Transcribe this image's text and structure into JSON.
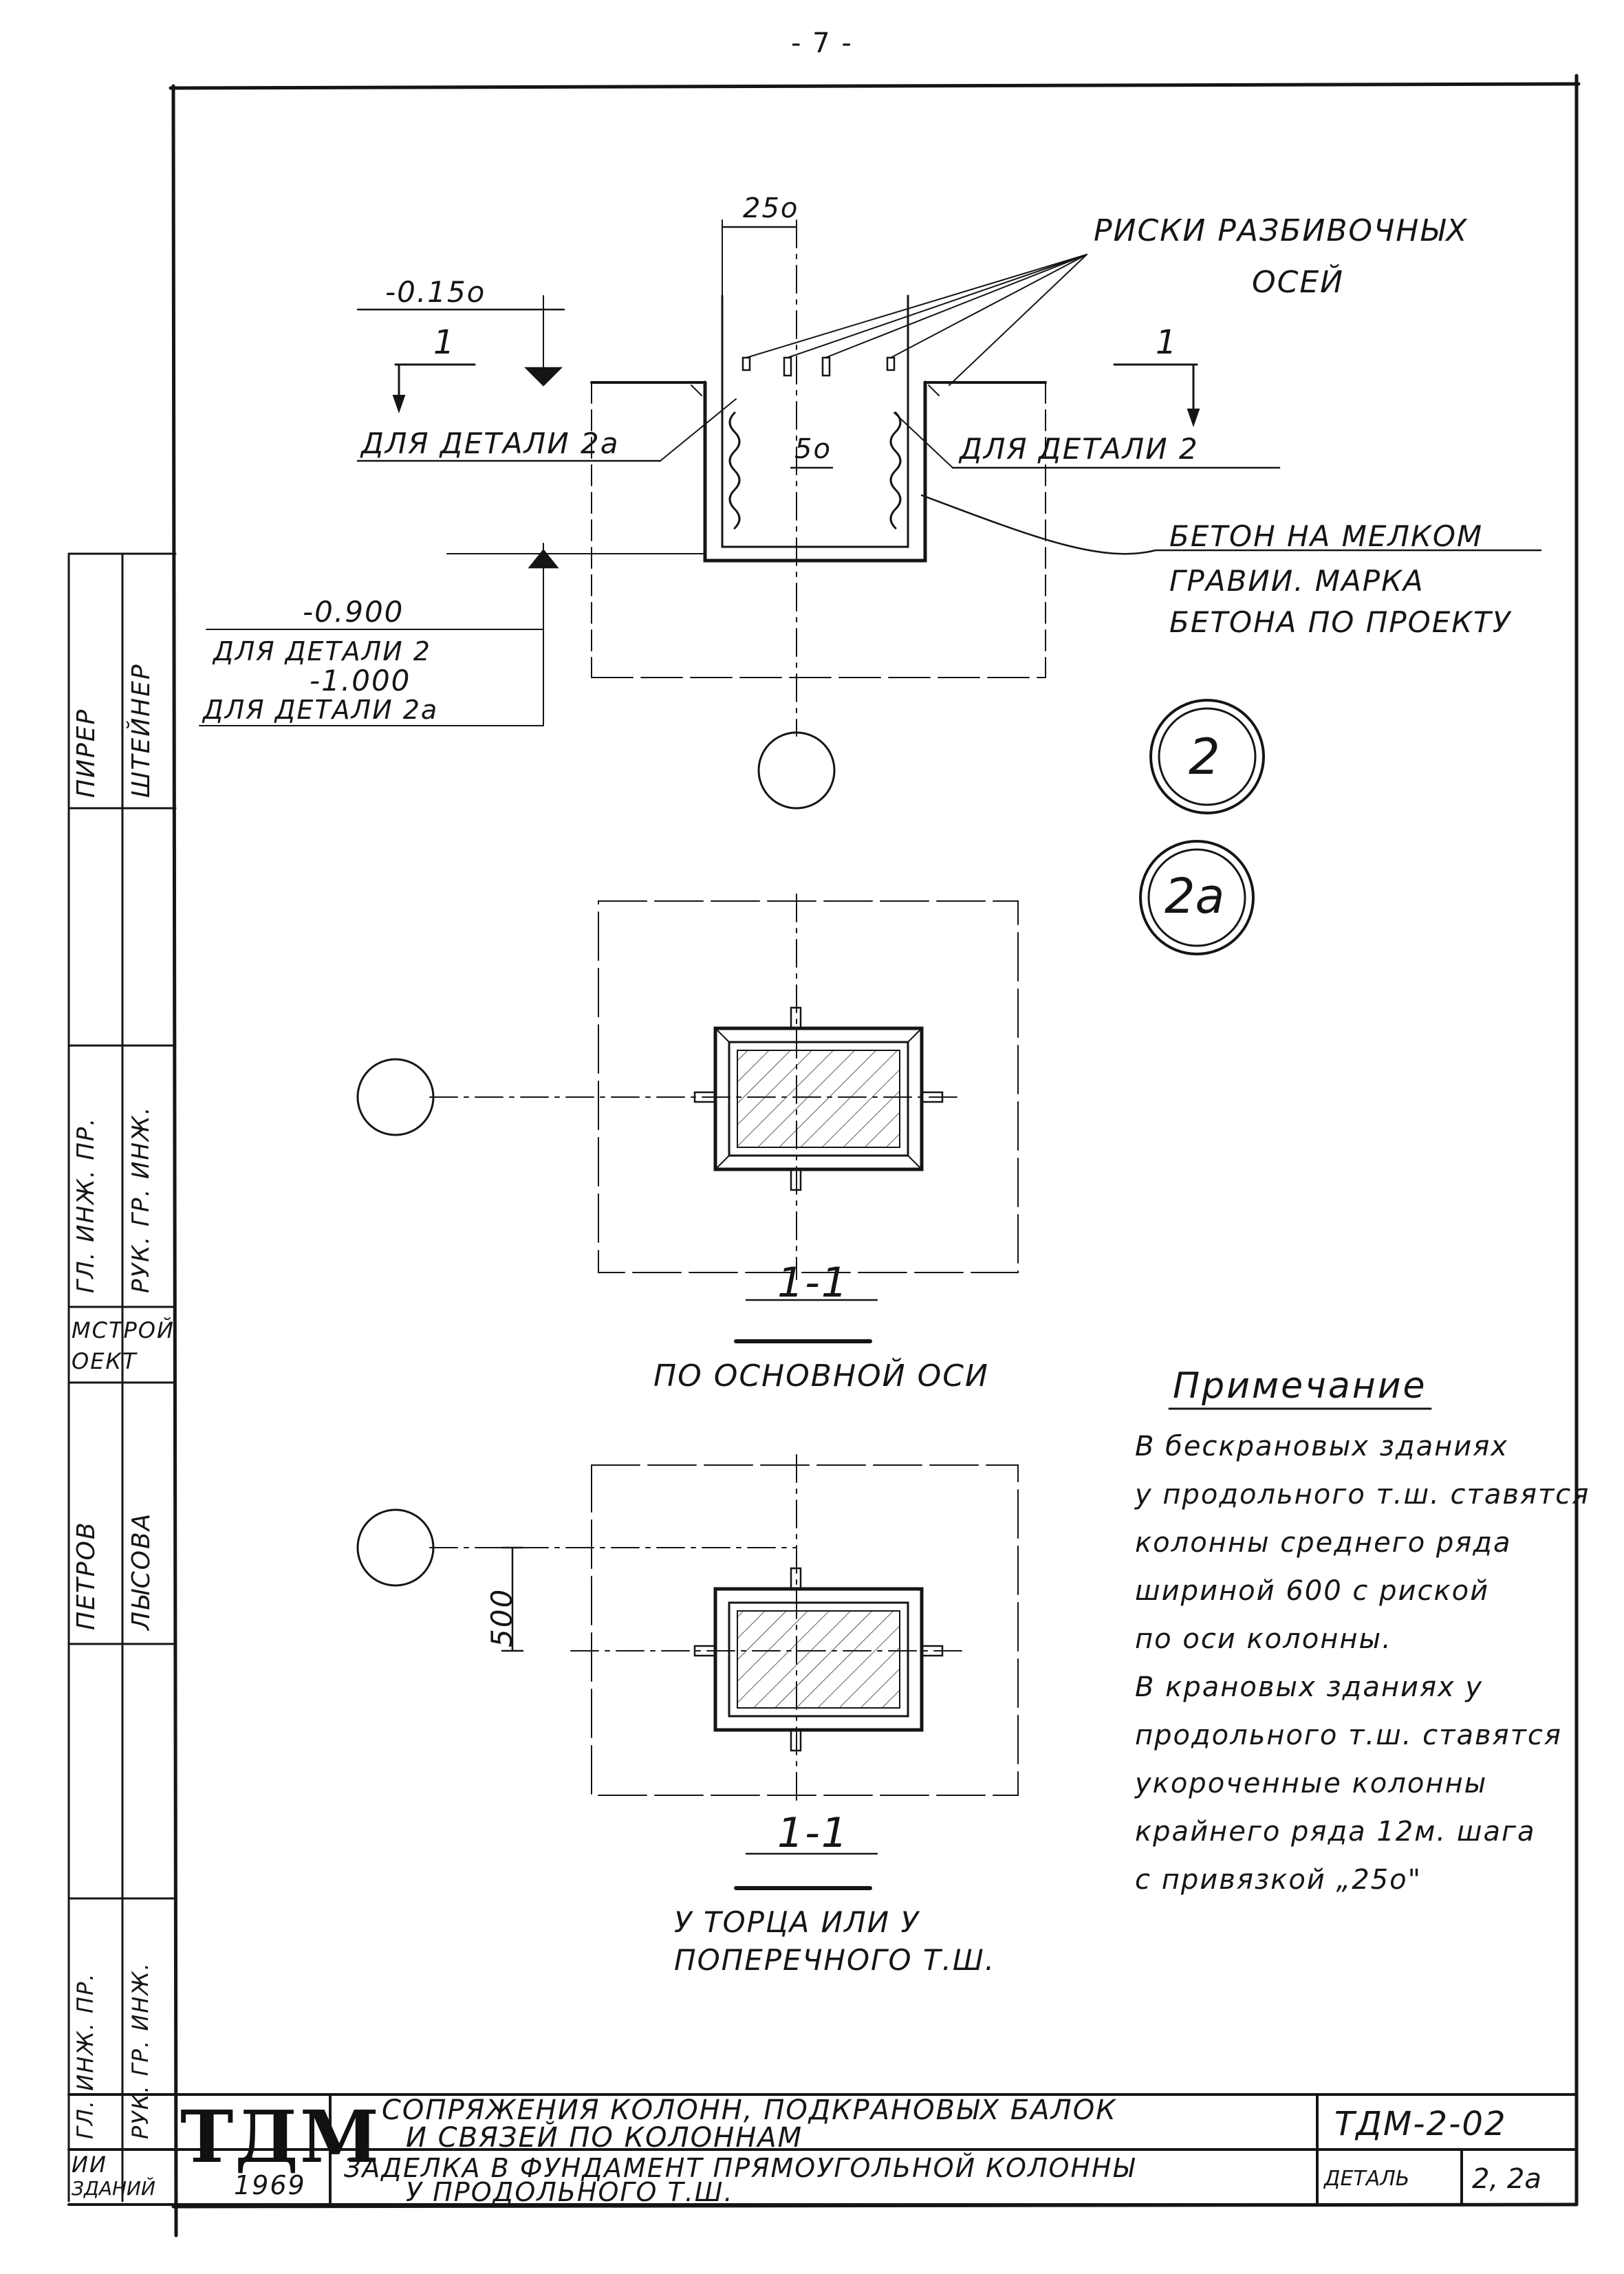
{
  "page_number": "- 7 -",
  "top_section": {
    "dim_250": "25о",
    "dim_50": "5о",
    "level_015": "-0.15о",
    "cut_label_left": "1",
    "cut_label_right": "1",
    "detail_2a_left": "ДЛЯ ДЕТАЛИ 2а",
    "detail_2_right": "ДЛЯ ДЕТАЛИ 2",
    "level_0900": "-0.900",
    "level_0900_note": "ДЛЯ ДЕТАЛИ 2",
    "level_1000": "-1.000",
    "level_1000_note": "ДЛЯ ДЕТАЛИ 2а",
    "marks_line1": "РИСКИ РАЗБИВОЧНЫХ",
    "marks_line2": "ОСЕЙ",
    "concrete_line1": "БЕТОН НА МЕЛКОМ",
    "concrete_line2": "ГРАВИИ. МАРКА",
    "concrete_line3": "БЕТОНА ПО ПРОЕКТУ"
  },
  "detail_markers": [
    "2",
    "2а"
  ],
  "plan_1": {
    "section_label": "1-1",
    "caption": "ПО ОСНОВНОЙ ОСИ"
  },
  "plan_2": {
    "dim_500": "500",
    "section_label": "1-1",
    "caption_line1": "У ТОРЦА ИЛИ У",
    "caption_line2": "ПОПЕРЕЧНОГО Т.Ш."
  },
  "note": {
    "title": "Примечание",
    "lines": [
      "В бескрановых зданиях",
      "у продольного т.ш. ставятся",
      "колонны среднего ряда",
      "шириной 600 с риской",
      "по оси колонны.",
      "В крановых зданиях у",
      "продольного т.ш. ставятся",
      "укороченные колонны",
      "крайнего ряда 12м. шага",
      "с привязкой „25о\""
    ]
  },
  "left_strip": {
    "names": [
      "ШТЕЙНЕР",
      "ПИРЕР",
      "ГЛ. ИНЖ. ПР.",
      "РУК. ГР. ИНЖ.",
      "МСТРОЙ",
      "ОЕКТ",
      "ПЕТРОВ",
      "ЛЫСОВА",
      "ГЛ. ИНЖ. ПР.",
      "РУК. ГР. ИНЖ.",
      "ИИ",
      "ЗДАНИЙ"
    ]
  },
  "title_block": {
    "org": "ТДМ",
    "year": "1969",
    "title_line1": "СОПРЯЖЕНИЯ КОЛОНН, ПОДКРАНОВЫХ БАЛОК",
    "title_line2": "И СВЯЗЕЙ ПО КОЛОННАМ",
    "subtitle_line1": "ЗАДЕЛКА В ФУНДАМЕНТ ПРЯМОУГОЛЬНОЙ КОЛОННЫ",
    "subtitle_line2": "У ПРОДОЛЬНОГО Т.Ш.",
    "code": "ТДМ-2-02",
    "detail_label": "ДЕТАЛЬ",
    "detail_value": "2, 2а"
  }
}
